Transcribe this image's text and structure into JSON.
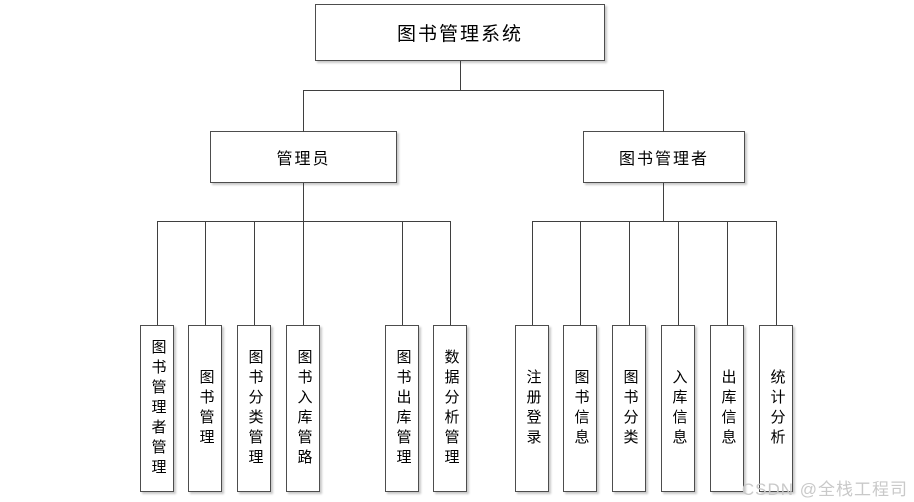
{
  "diagram": {
    "root": {
      "label": "图书管理系统"
    },
    "branches": [
      {
        "label": "管理员",
        "leaves": [
          "图书管理者管理",
          "图书管理",
          "图书分类管理",
          "图书入库管路",
          "图书出库管理",
          "数据分析管理"
        ]
      },
      {
        "label": "图书管理者",
        "leaves": [
          "注册登录",
          "图书信息",
          "图书分类",
          "入库信息",
          "出库信息",
          "统计分析"
        ]
      }
    ]
  },
  "watermark": "CSDN @全栈工程司",
  "colors": {
    "line": "#3f3f3f",
    "box_border": "#4d4d4d",
    "box_shadow": "#c8c8c8",
    "watermark": "#c9c9c9",
    "background": "#ffffff"
  }
}
